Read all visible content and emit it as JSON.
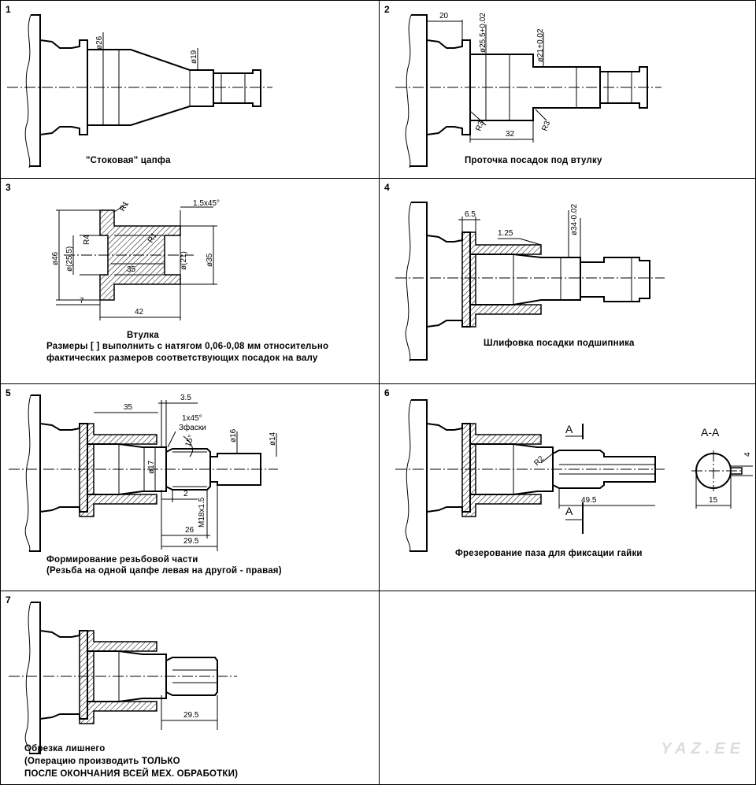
{
  "panels": [
    {
      "number": "1",
      "caption": "\"Стоковая\" цапфа",
      "dims": [
        "ø26",
        "ø19"
      ]
    },
    {
      "number": "2",
      "caption": "Проточка посадок под втулку",
      "dims": [
        "20",
        "ø25.5+0.02\n-0.05",
        "ø21+0.02\n-0.01",
        "R3",
        "R3",
        "32"
      ]
    },
    {
      "number": "3",
      "caption_lines": [
        "Втулка",
        "Размеры [ ] выполнить с натягом 0,06-0,08 мм относительно",
        "фактических размеров соответствующих посадок на валу"
      ],
      "dims": [
        "R1",
        "1.5x45°",
        "R4",
        "R1",
        "ø46",
        "ø(25.5)",
        "35",
        "ø(21)",
        "ø35",
        "7",
        "42"
      ]
    },
    {
      "number": "4",
      "caption": "Шлифовка посадки подшипника",
      "dims": [
        "6.5",
        "1.25",
        "ø34-0.02\n-0.03"
      ]
    },
    {
      "number": "5",
      "caption_lines": [
        "Формирование резьбовой части",
        "(Резьба на одной цапфе левая на другой - правая)"
      ],
      "dims": [
        "3.5",
        "35",
        "1x45°",
        "Зфаски",
        "15°",
        "ø16",
        "ø14",
        "ø17",
        "2",
        "M18x1.5",
        "26",
        "29.5"
      ]
    },
    {
      "number": "6",
      "caption": "Фрезерование паза для фиксации гайки",
      "dims": [
        "A",
        "A",
        "R2",
        "49.5",
        "A-A",
        "4",
        "15"
      ]
    },
    {
      "number": "7",
      "caption_lines": [
        "Обрезка лишнего",
        "(Операцию производить ТОЛЬКО",
        "ПОСЛЕ ОКОНЧАНИЯ ВСЕЙ МЕХ. ОБРАБОТКИ)"
      ],
      "dims": [
        "29.5"
      ]
    }
  ],
  "watermark": "YAZ.EE"
}
